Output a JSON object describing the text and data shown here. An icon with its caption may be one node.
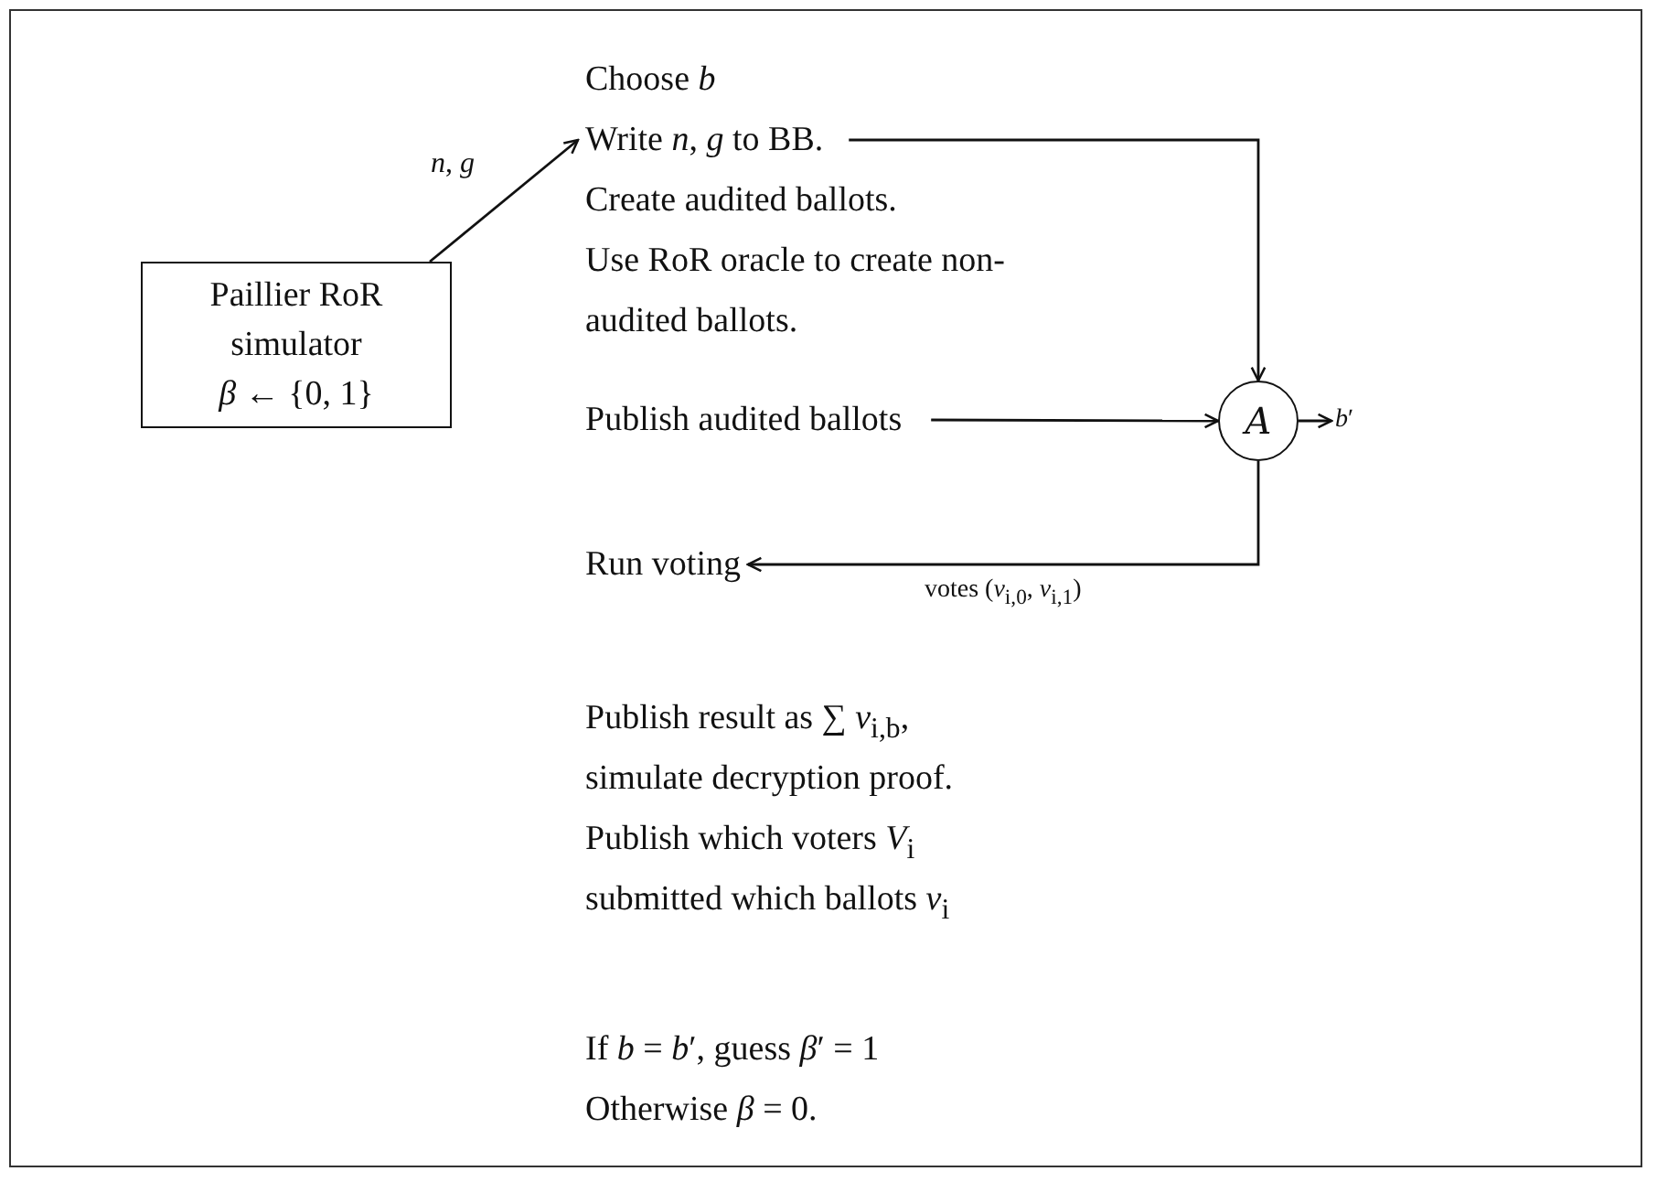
{
  "diagram": {
    "nodes": [
      {
        "text": [
          "Paillier RoR simulator",
          "*β* ← {0, 1}"
        ]
      },
      {
        "text": [
          "Write *n*, *g* to BB."
        ]
      },
      {
        "text": [
          "Publish audited ballots"
        ]
      },
      {
        "text": [
          "A"
        ]
      },
      {
        "text": [
          "*b*′"
        ]
      },
      {
        "text": [
          "Run voting"
        ]
      }
    ],
    "edges": [
      {
        "from": 0,
        "to": 1,
        "arrow": "to",
        "label": "*n*, *g*"
      },
      {
        "from": 1,
        "to": 3,
        "arrow": "to"
      },
      {
        "from": 2,
        "to": 3,
        "arrow": "to"
      },
      {
        "from": 3,
        "to": 4,
        "arrow": "to"
      },
      {
        "from": 3,
        "to": 5,
        "arrow": "to",
        "label": "votes (*v*$_{i,0}$, *v*$_{i,1}$)"
      }
    ],
    "labels": [
      "Choose *b*",
      "Create audited ballots.",
      "Use RoR oracle to create non-audited ballots.",
      "Publish result as ∑ *v*$_{i,b}$, simulate decryption proof.",
      "Publish which voters *V*$_{i}$ submitted which ballots *v*$_{i}$",
      "If *b* = *b*′, guess *β*′ = 1",
      "Otherwise *β* = 0."
    ]
  }
}
